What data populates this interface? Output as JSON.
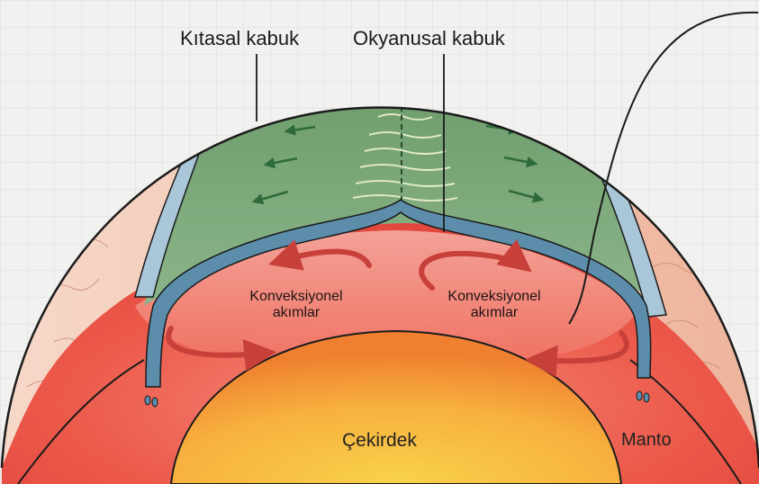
{
  "labels": {
    "continental_crust": "Kıtasal kabuk",
    "oceanic_crust": "Okyanusal kabuk",
    "convection_left_line1": "Konveksiyonel",
    "convection_left_line2": "akımlar",
    "convection_right_line1": "Konveksiyonel",
    "convection_right_line2": "akımlar",
    "core": "Çekirdek",
    "mantle": "Manto"
  },
  "colors": {
    "paper": "#f1f1ef",
    "grid": "#c9c9c9",
    "ocean_green": "#7ba779",
    "ocean_green_dark": "#5e8a5d",
    "plate_blue": "#5c8dab",
    "plate_blue_light": "#9dbfd3",
    "mantle_red": "#e8483e",
    "mantle_pink": "#f4a6a0",
    "core_orange": "#f7a23c",
    "core_yellow": "#f9d24a",
    "continent_pink": "#f2c3b1",
    "arrow_red": "#c8403a",
    "outline": "#1b1b1b"
  }
}
